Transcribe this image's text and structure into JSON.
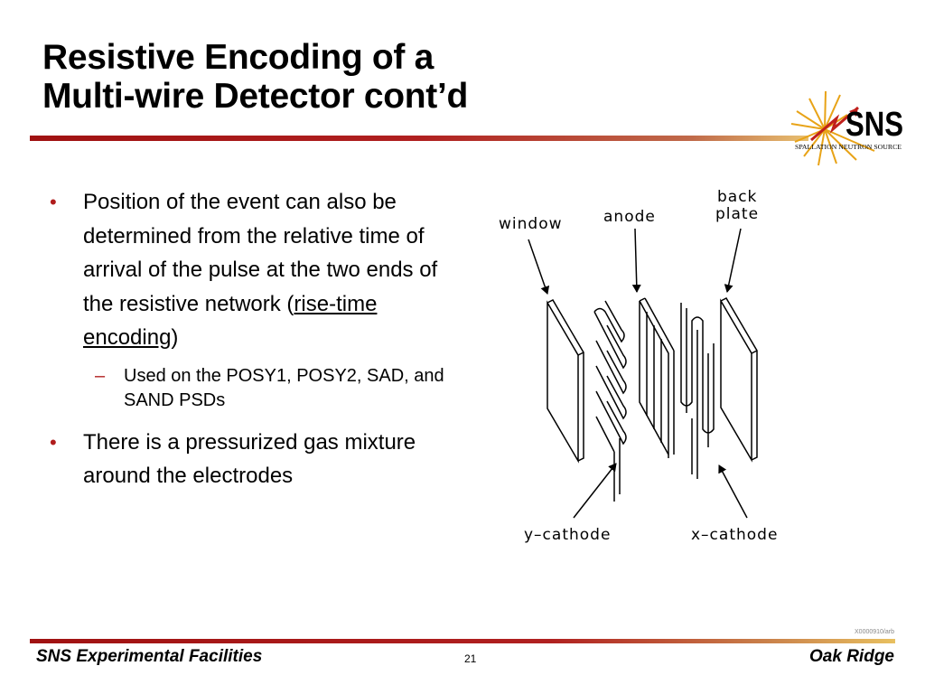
{
  "slide": {
    "title_line1": "Resistive Encoding of a",
    "title_line2": "Multi-wire Detector cont’d",
    "logo": {
      "text": "SNS",
      "subtitle": "SPALLATION NEUTRON SOURCE",
      "colors": {
        "ray": "#e8a317",
        "text": "#000000",
        "arrow": "#c0201c"
      }
    },
    "bullets": {
      "b1_text": "Position of the event can also be determined from the relative time of arrival of the pulse at the two ends of the resistive network (",
      "b1_link": "rise-time encoding",
      "b1_end": ")",
      "b1_sub": "Used on the POSY1, POSY2, SAD, and SAND PSDs",
      "b2_text": "There is a pressurized gas mixture around the electrodes",
      "bullet_glyph": "•",
      "dash_glyph": "–"
    },
    "diagram": {
      "label_window": "window",
      "label_anode": "anode",
      "label_back1": "back",
      "label_back2": "plate",
      "label_ycathode": "y–cathode",
      "label_xcathode": "x–cathode"
    },
    "footer": {
      "left": "SNS Experimental Facilities",
      "page_number": "21",
      "right": "Oak Ridge",
      "code": "X0000910/arb"
    },
    "colors": {
      "accent": "#b01c1c",
      "rule_end": "#e8c060"
    }
  }
}
